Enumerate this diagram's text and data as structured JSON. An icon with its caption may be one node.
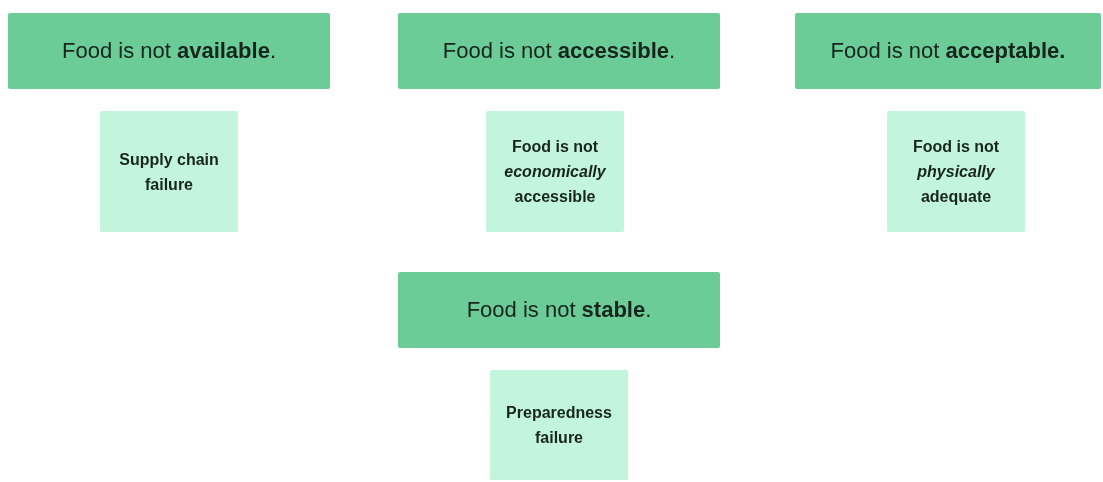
{
  "diagram": {
    "nodes": [
      {
        "text": [
          "Food is not **available**."
        ]
      },
      {
        "text": [
          "Supply chain failure"
        ]
      },
      {
        "text": [
          "Food is not **accessible**."
        ]
      },
      {
        "text": [
          "Food is not *economically* accessible"
        ]
      },
      {
        "text": [
          "Food is not **acceptable.**"
        ]
      },
      {
        "text": [
          "Food is not *physically* adequate"
        ]
      },
      {
        "text": [
          "Food is not **stable**."
        ]
      },
      {
        "text": [
          "Preparedness failure"
        ]
      }
    ]
  }
}
